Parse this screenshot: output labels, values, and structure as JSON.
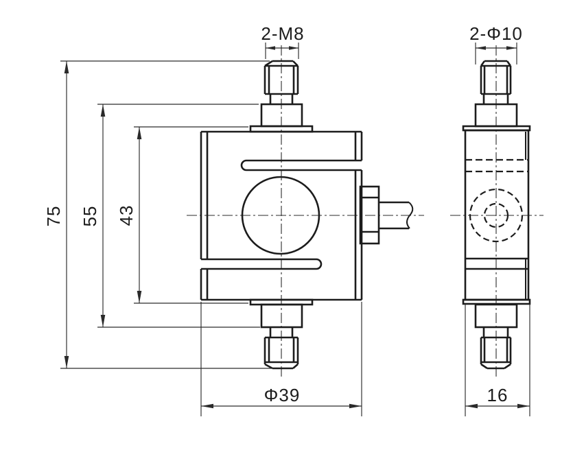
{
  "colors": {
    "background": "#ffffff",
    "line": "#1c1c1c",
    "dimension": "#2a2a2a"
  },
  "front_view": {
    "labels": {
      "thread": "2-M8",
      "overall_height": "75",
      "boss_height": "55",
      "flange_height": "43",
      "body_width": "Φ39"
    }
  },
  "side_view": {
    "labels": {
      "thread": "2-Φ10",
      "body_width": "16"
    }
  }
}
